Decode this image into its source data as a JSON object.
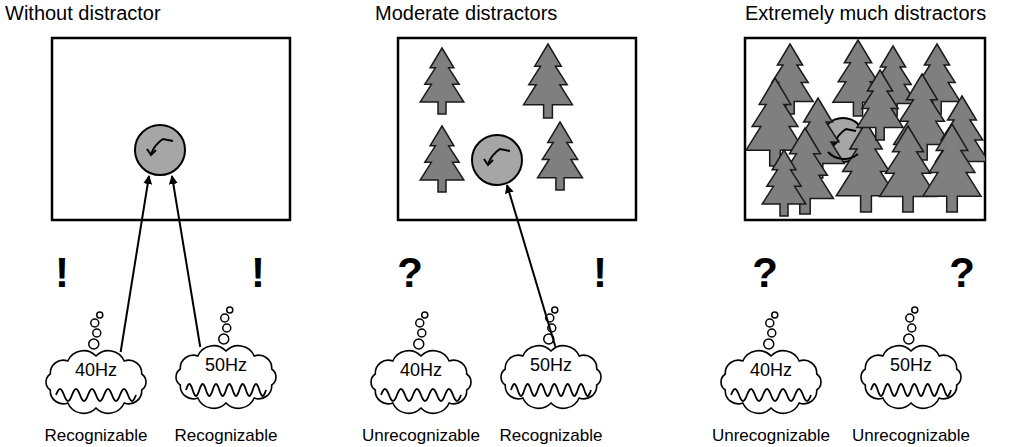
{
  "diagram": {
    "nodes": [
      {
        "text": [
          "Without distractor"
        ]
      },
      {
        "text": [
          "Moderate distractors"
        ]
      },
      {
        "text": [
          "Extremely much distractors"
        ]
      },
      {
        "text": [
          "40Hz"
        ]
      },
      {
        "text": [
          "50Hz"
        ]
      },
      {
        "text": [
          "40Hz"
        ]
      },
      {
        "text": [
          "50Hz"
        ]
      },
      {
        "text": [
          "40Hz"
        ]
      },
      {
        "text": [
          "50Hz"
        ]
      }
    ],
    "edges": [
      {
        "from": 3,
        "to": 0,
        "arrow": "to"
      },
      {
        "from": 4,
        "to": 0,
        "arrow": "to"
      },
      {
        "from": 6,
        "to": 1,
        "arrow": "to"
      }
    ],
    "labels": [
      "!",
      "!",
      "?",
      "!",
      "?",
      "?",
      "Recognizable",
      "Recognizable",
      "Unrecognizable",
      "Recognizable",
      "Unrecognizable",
      "Unrecognizable"
    ]
  }
}
